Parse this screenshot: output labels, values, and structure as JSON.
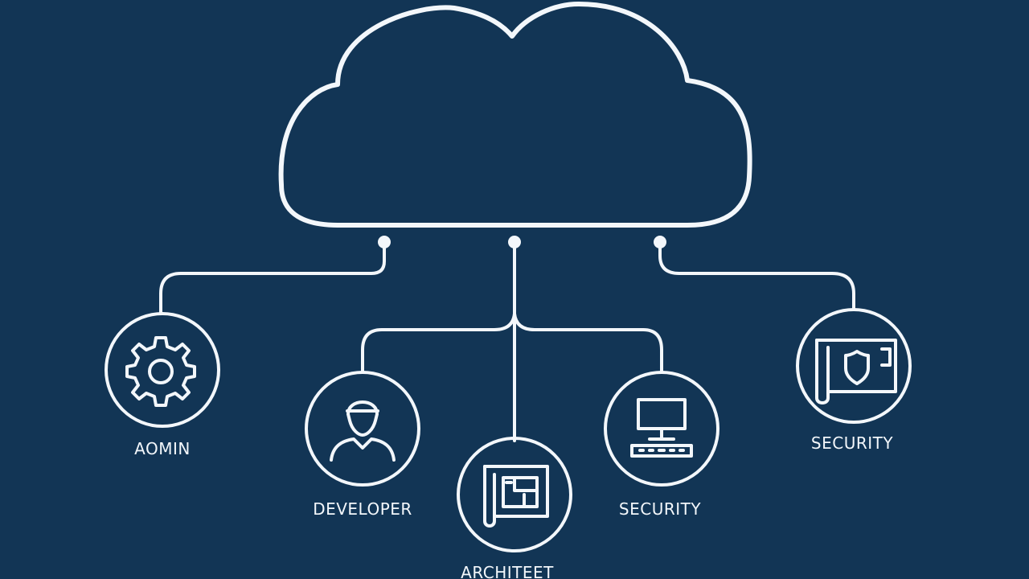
{
  "diagram": {
    "nodes": [
      {
        "id": "admin",
        "label": "AOMIN",
        "icon": "gear-icon"
      },
      {
        "id": "developer",
        "label": "DEVELOPER",
        "icon": "person-icon"
      },
      {
        "id": "architect",
        "label": "ARCHITEET",
        "icon": "blueprint-icon"
      },
      {
        "id": "security-workstation",
        "label": "SECURITY",
        "icon": "computer-icon"
      },
      {
        "id": "security-shield",
        "label": "SECURITY",
        "icon": "shield-icon"
      }
    ],
    "center": {
      "icon": "cloud-icon"
    },
    "colors": {
      "background": "#123555",
      "stroke": "#f3f7fb"
    }
  }
}
